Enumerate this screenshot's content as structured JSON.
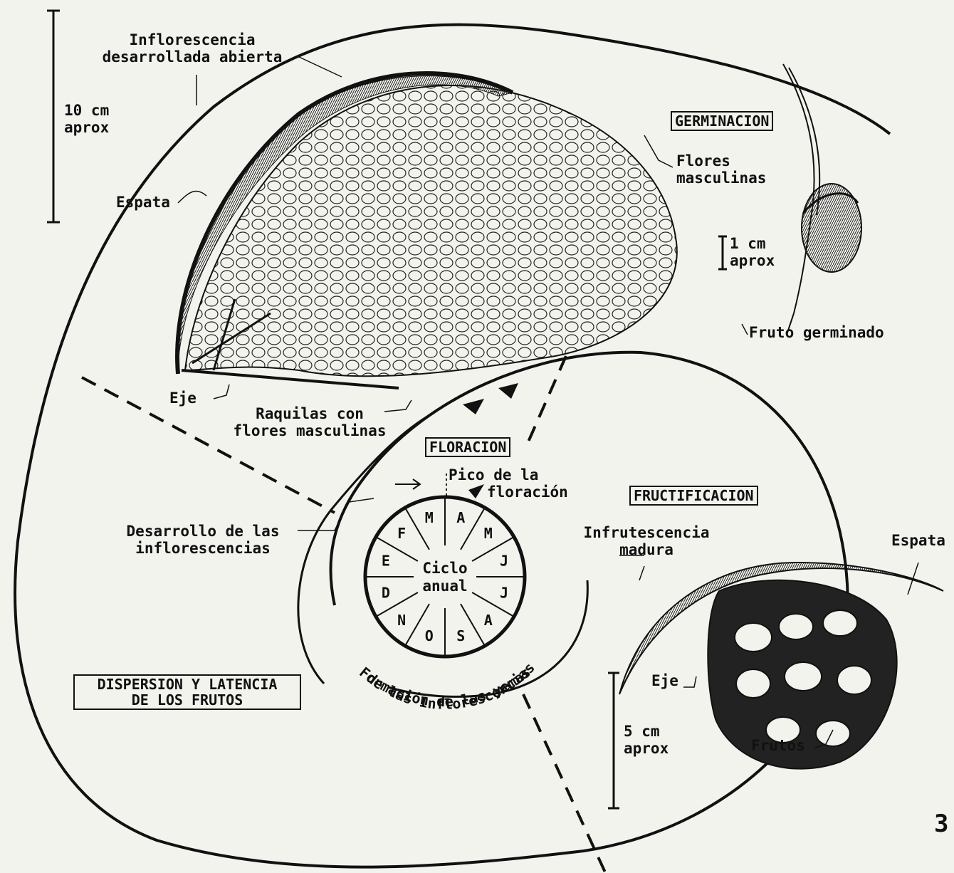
{
  "stages": {
    "germinacion": "GERMINACION",
    "floracion": "FLORACION",
    "fructificacion": "FRUCTIFICACION",
    "dispersion": [
      "DISPERSION Y LATENCIA",
      "DE LOS FRUTOS"
    ]
  },
  "inflorescence": {
    "title": [
      "Inflorescencia",
      "desarrollada abierta"
    ],
    "espata": "Espata",
    "eje": "Eje",
    "raquilas": [
      "Raquilas con",
      "flores masculinas"
    ],
    "flores_masculinas": [
      "Flores",
      "masculinas"
    ]
  },
  "scales": {
    "s10": [
      "10 cm",
      "aprox"
    ],
    "s1": [
      "1 cm",
      "aprox"
    ],
    "s5": [
      "5 cm",
      "aprox"
    ]
  },
  "germinated_fruit": "Fruto germinado",
  "infructescence": {
    "title": [
      "Infrutescencia",
      "madura"
    ],
    "espata": "Espata",
    "eje": "Eje",
    "frutos": "Frutos"
  },
  "cycle": {
    "center": [
      "Ciclo",
      "anual"
    ],
    "months": [
      "M",
      "A",
      "M",
      "J",
      "J",
      "A",
      "S",
      "O",
      "N",
      "D",
      "E",
      "F"
    ],
    "pico": [
      "Pico de la",
      "floración"
    ],
    "desarrollo": [
      "Desarrollo de las",
      "inflorescencias"
    ],
    "formacion": "Formación de las yemas",
    "formacion2": "de las Inflorescencias"
  },
  "page_number": "3"
}
